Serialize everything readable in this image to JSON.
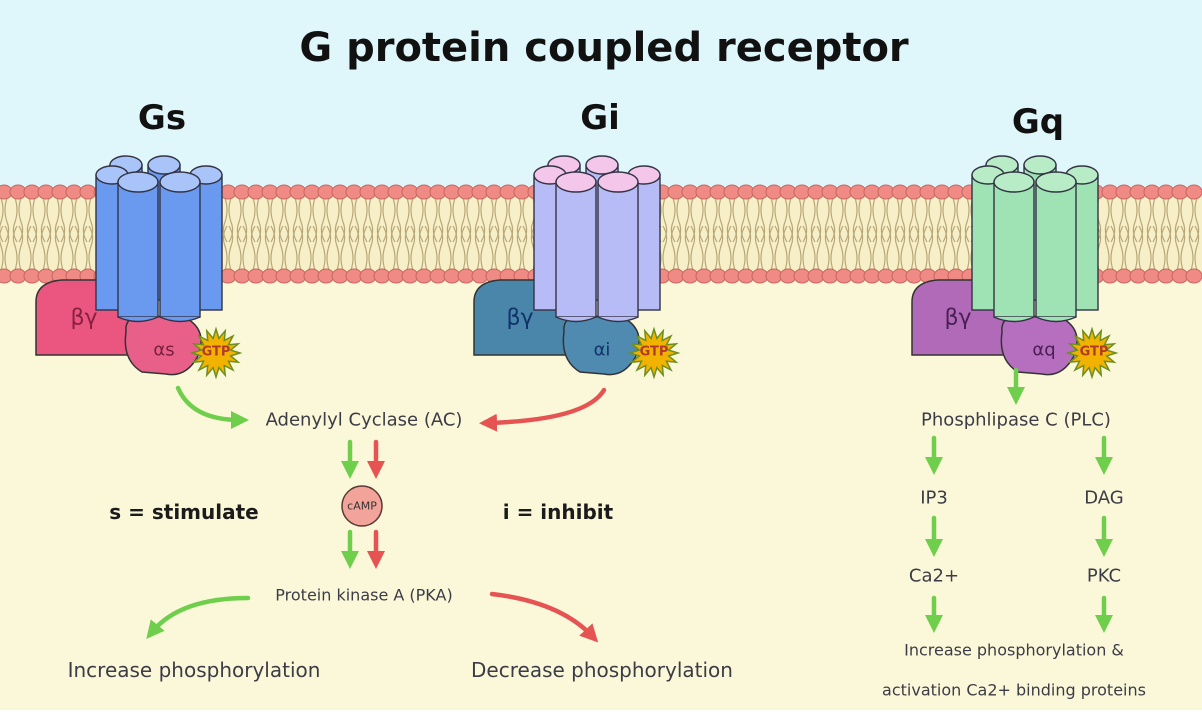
{
  "title": "G protein coupled receptor",
  "colors": {
    "sky": "#dff7fb",
    "cytoplasm": "#fbf8d9",
    "head": "#ef8a84",
    "stimulate_arrow": "#6fcf4c",
    "inhibit_arrow": "#e55353",
    "gtp_star": "#f2b200"
  },
  "proteins": [
    {
      "name": "Gs",
      "receptor_color": "#6a9af0",
      "receptor_top_color": "#a8c4f8",
      "beta_gamma_color": "#ea5680",
      "alpha_color": "#e8608a",
      "beta_gamma_label": "βγ",
      "alpha_label": "αs",
      "gtp_label": "GTP"
    },
    {
      "name": "Gi",
      "receptor_color": "#b8bcf6",
      "receptor_top_color": "#f4c6ea",
      "beta_gamma_color": "#4a86aa",
      "alpha_color": "#4f8bb0",
      "beta_gamma_label": "βγ",
      "alpha_label": "αi",
      "gtp_label": "GTP"
    },
    {
      "name": "Gq",
      "receptor_color": "#9fe3b4",
      "receptor_top_color": "#b8ecc6",
      "beta_gamma_color": "#b06ab8",
      "alpha_color": "#b66fbf",
      "beta_gamma_label": "βγ",
      "alpha_label": "αq",
      "gtp_label": "GTP"
    }
  ],
  "cascade": {
    "adenylyl_cyclase": "Adenylyl Cyclase (AC)",
    "camp": "cAMP",
    "stimulate": "s = stimulate",
    "inhibit": "i = inhibit",
    "pka": "Protein kinase A (PKA)",
    "increase": "Increase phosphorylation",
    "decrease": "Decrease phosphorylation",
    "plc": "Phosphlipase C (PLC)",
    "ip3": "IP3",
    "dag": "DAG",
    "ca": "Ca2+",
    "pkc": "PKC",
    "gq_result_1": "Increase phosphorylation &",
    "gq_result_2": "activation Ca2+ binding proteins"
  }
}
